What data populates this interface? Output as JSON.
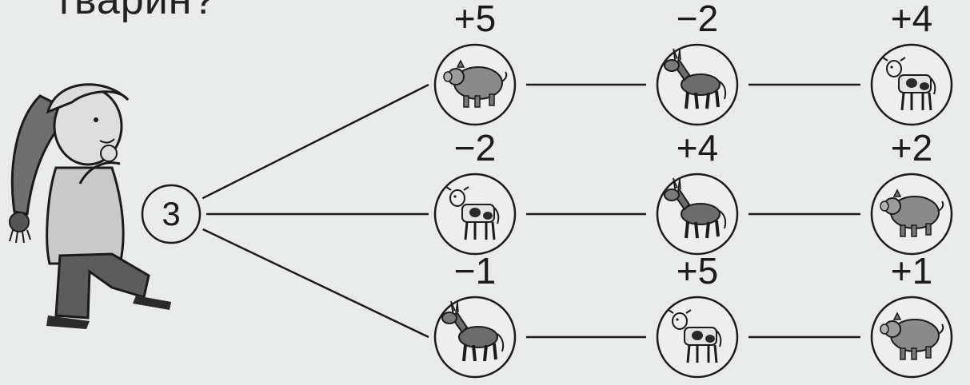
{
  "heading_fragment": "тварин?",
  "start_value": "3",
  "rows": [
    {
      "nodes": [
        {
          "op": "+5",
          "animal": "pig"
        },
        {
          "op": "−2",
          "animal": "donkey"
        },
        {
          "op": "+4",
          "animal": "cow"
        }
      ]
    },
    {
      "nodes": [
        {
          "op": "−2",
          "animal": "cow"
        },
        {
          "op": "+4",
          "animal": "donkey"
        },
        {
          "op": "+2",
          "animal": "pig"
        }
      ]
    },
    {
      "nodes": [
        {
          "op": "−1",
          "animal": "donkey"
        },
        {
          "op": "+5",
          "animal": "cow"
        },
        {
          "op": "+1",
          "animal": "pig"
        }
      ]
    }
  ],
  "colors": {
    "ink": "#1b1b1b",
    "paper": "#e9eaea",
    "animal_fill": "#8a8a8a"
  }
}
